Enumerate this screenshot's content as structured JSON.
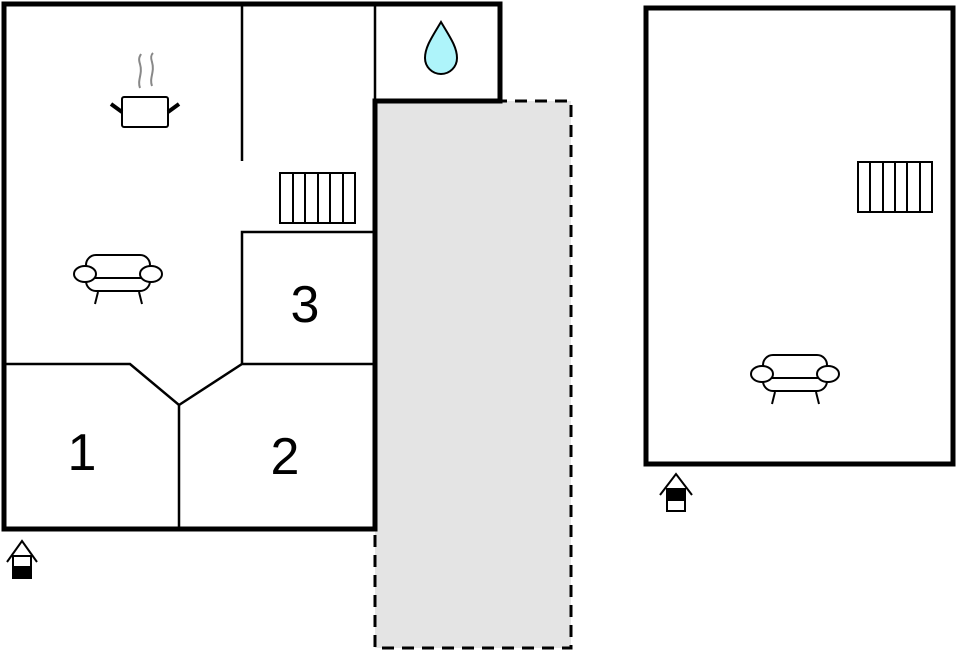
{
  "rooms": {
    "bedroom_1": "1",
    "bedroom_2": "2",
    "bedroom_3": "3"
  },
  "icons": [
    "kitchen-pot-icon",
    "bathroom-drop-icon",
    "stairs-icon",
    "sofa-icon",
    "entrance-icon"
  ],
  "colors": {
    "terrace": "#e4e4e4",
    "water": "#aef4fa",
    "wall": "#000000"
  }
}
